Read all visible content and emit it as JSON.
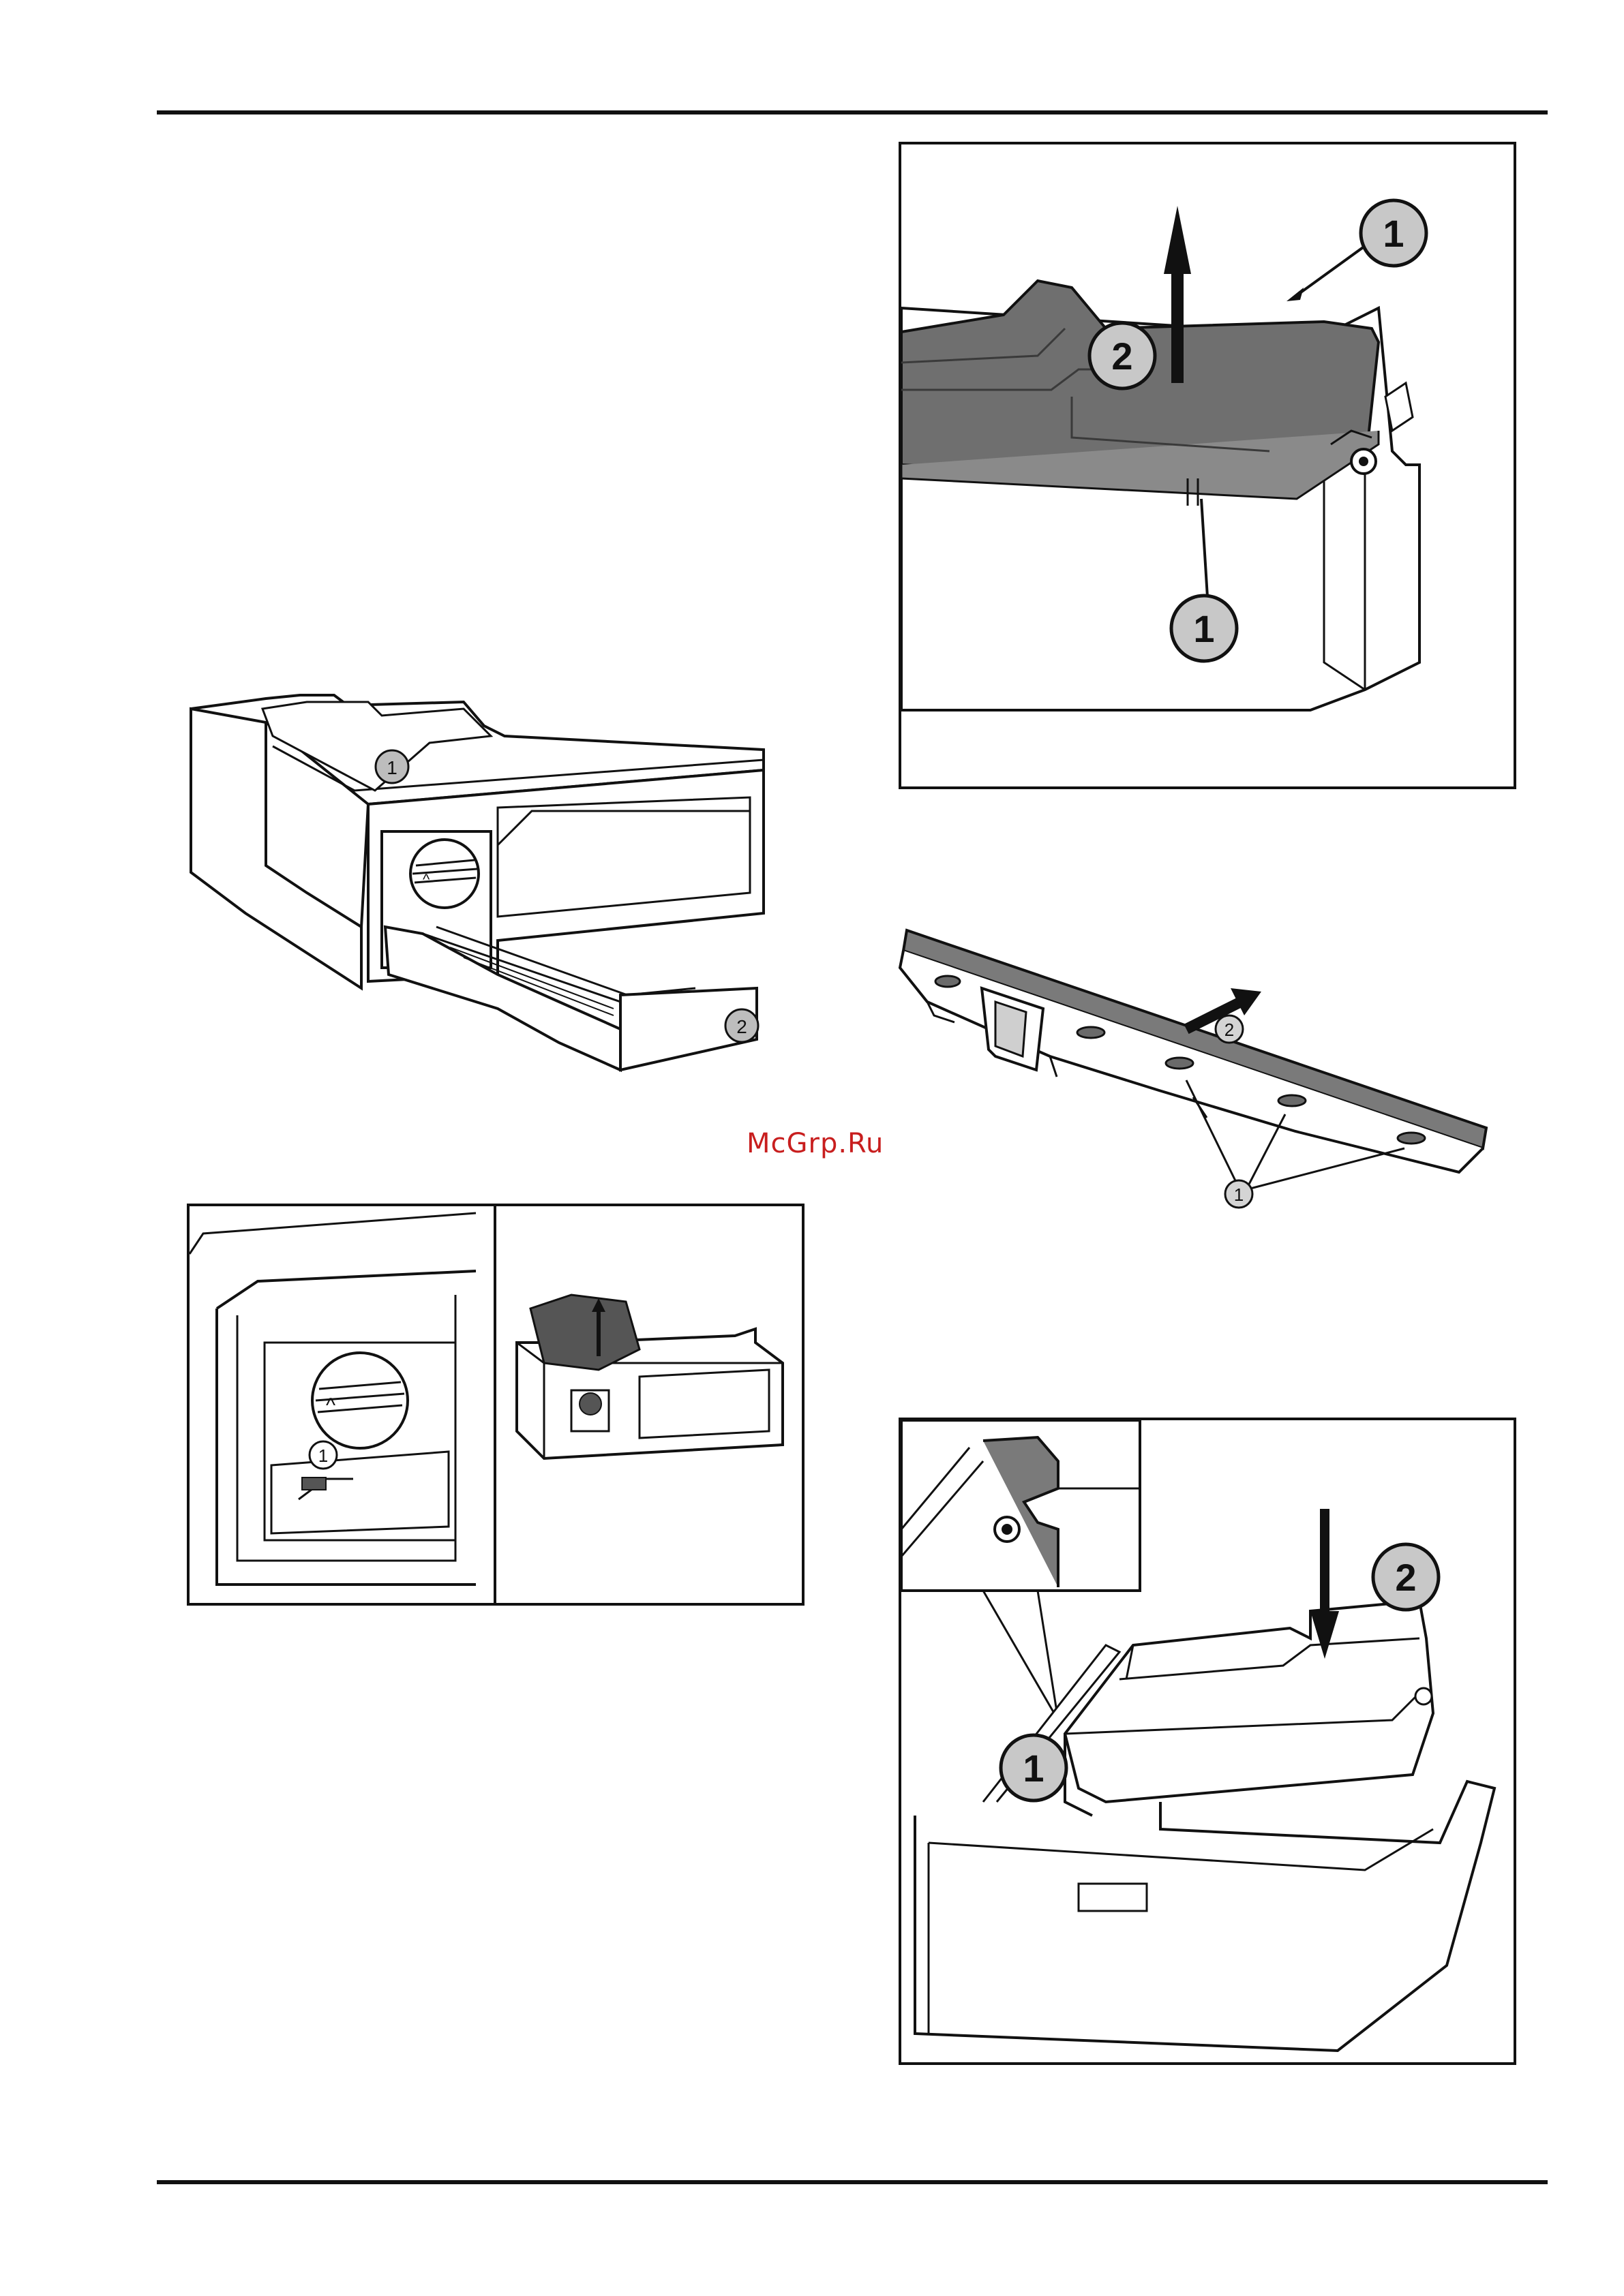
{
  "watermark": "McGrp.Ru",
  "figures": {
    "lid_removal": {
      "callouts": [
        "1",
        "2",
        "1"
      ]
    },
    "dispenser_drawer": {
      "callouts": [
        "1",
        "2"
      ]
    },
    "lid_slide": {
      "callouts": [
        "2",
        "1"
      ]
    },
    "latch_detail": {
      "callouts": [
        "1"
      ]
    },
    "reinsert": {
      "callouts": [
        "2",
        "1"
      ]
    }
  }
}
